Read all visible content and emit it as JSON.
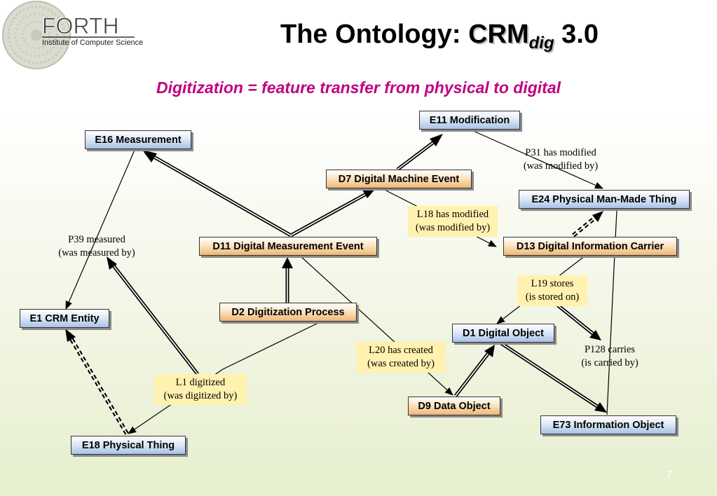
{
  "header": {
    "logo_name": "FORTH",
    "logo_subtitle": "Institute of Computer Science",
    "title_prefix": "The Ontology: ",
    "title_crm": "CRM",
    "title_sub": "dig",
    "title_suffix": " 3.0",
    "subtitle": "Digitization = feature transfer from physical to digital"
  },
  "nodes": {
    "e11": "E11 Modification",
    "e16": "E16 Measurement",
    "d7": "D7 Digital Machine Event",
    "e24": "E24 Physical Man-Made Thing",
    "d11": "D11 Digital Measurement Event",
    "d13": "D13 Digital Information Carrier",
    "d2": "D2 Digitization Process",
    "e1": "E1 CRM Entity",
    "d1": "D1 Digital Object",
    "d9": "D9 Data Object",
    "e73": "E73 Information Object",
    "e18": "E18 Physical Thing"
  },
  "relations": {
    "p31": [
      "P31 has  modified",
      "(was modified by)"
    ],
    "l18": [
      "L18 has  modified",
      "(was modified by)"
    ],
    "p39": [
      "P39 measured",
      "(was measured by)"
    ],
    "l19": [
      "L19 stores",
      "(is stored on)"
    ],
    "l20": [
      "L20 has created",
      "(was created by)"
    ],
    "p128": [
      "P128 carries",
      "(is carried by)"
    ],
    "l1": [
      "L1 digitized",
      "(was digitized by)"
    ]
  },
  "page_number": "7",
  "colors": {
    "subtitle": "#c00080",
    "class_node": "#c7d8f0",
    "event_node": "#f5c98f",
    "relation_box": "#fff2b0"
  }
}
